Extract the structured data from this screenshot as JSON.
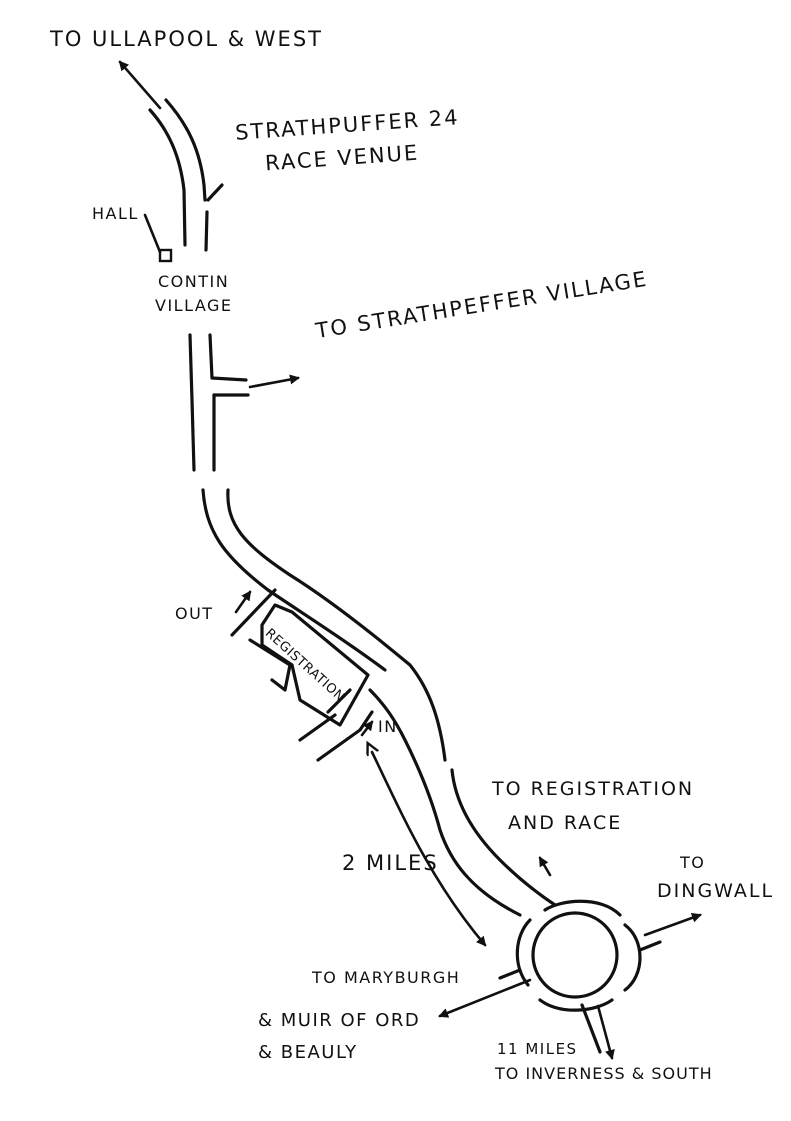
{
  "labels": {
    "ullapool": "TO ULLAPOOL & WEST",
    "venue_line1": "STRATHPUFFER 24",
    "venue_line2": "RACE VENUE",
    "hall": "HALL",
    "contin_line1": "CONTIN",
    "contin_line2": "VILLAGE",
    "strathpeffer_village": "TO STRATHPEFFER VILLAGE",
    "out": "OUT",
    "registration_box": "REGISTRATION",
    "in": "IN",
    "to_registration_line1": "TO REGISTRATION",
    "to_registration_line2": "AND RACE",
    "distance": "2 MILES",
    "dingwall_line1": "TO",
    "dingwall_line2": "DINGWALL",
    "maryburgh_line1": "TO MARYBURGH",
    "maryburgh_line2": "& MUIR OF ORD",
    "maryburgh_line3": "& BEAULY",
    "inverness_line1": "11 MILES",
    "inverness_line2": "TO INVERNESS & SOUTH"
  },
  "colors": {
    "ink": "#111111",
    "paper": "#ffffff"
  }
}
